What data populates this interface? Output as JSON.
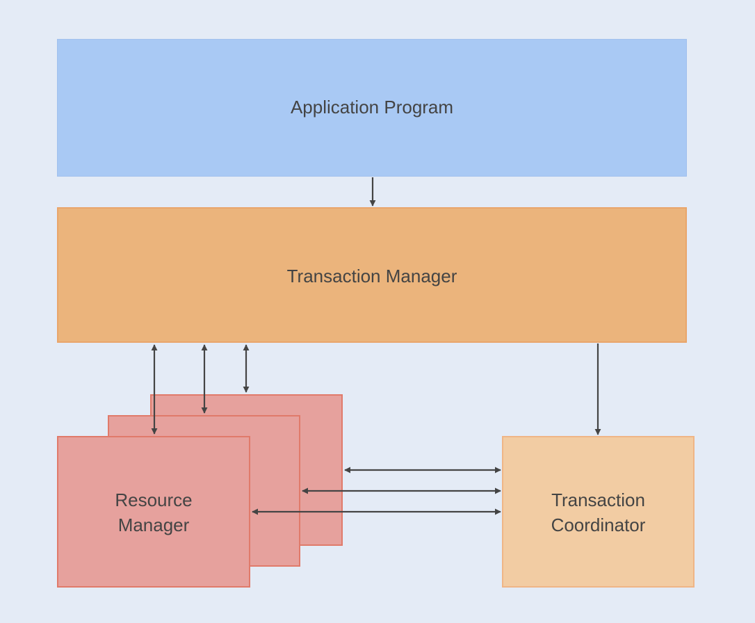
{
  "diagram": {
    "application_program": {
      "label": "Application Program",
      "fill": "#a9c9f4"
    },
    "transaction_manager": {
      "label": "Transaction Manager",
      "fill": "#ebb47c"
    },
    "resource_manager": {
      "label_line1": "Resource",
      "label_line2": "Manager",
      "fill": "#e6a19d",
      "stack_count": 3
    },
    "transaction_coordinator": {
      "label_line1": "Transaction",
      "label_line2": "Coordinator",
      "fill": "#f2cca3"
    },
    "connections": [
      {
        "from": "Application Program",
        "to": "Transaction Manager",
        "direction": "one-way"
      },
      {
        "from": "Transaction Manager",
        "to": "Transaction Coordinator",
        "direction": "one-way"
      },
      {
        "from": "Transaction Manager",
        "to": "Resource Manager 1",
        "direction": "two-way"
      },
      {
        "from": "Transaction Manager",
        "to": "Resource Manager 2",
        "direction": "two-way"
      },
      {
        "from": "Transaction Manager",
        "to": "Resource Manager 3",
        "direction": "two-way"
      },
      {
        "from": "Resource Manager 1",
        "to": "Transaction Coordinator",
        "direction": "two-way"
      },
      {
        "from": "Resource Manager 2",
        "to": "Transaction Coordinator",
        "direction": "two-way"
      },
      {
        "from": "Resource Manager 3",
        "to": "Transaction Coordinator",
        "direction": "two-way"
      }
    ],
    "arrow_color": "#444444",
    "background": "#e4ebf6"
  }
}
